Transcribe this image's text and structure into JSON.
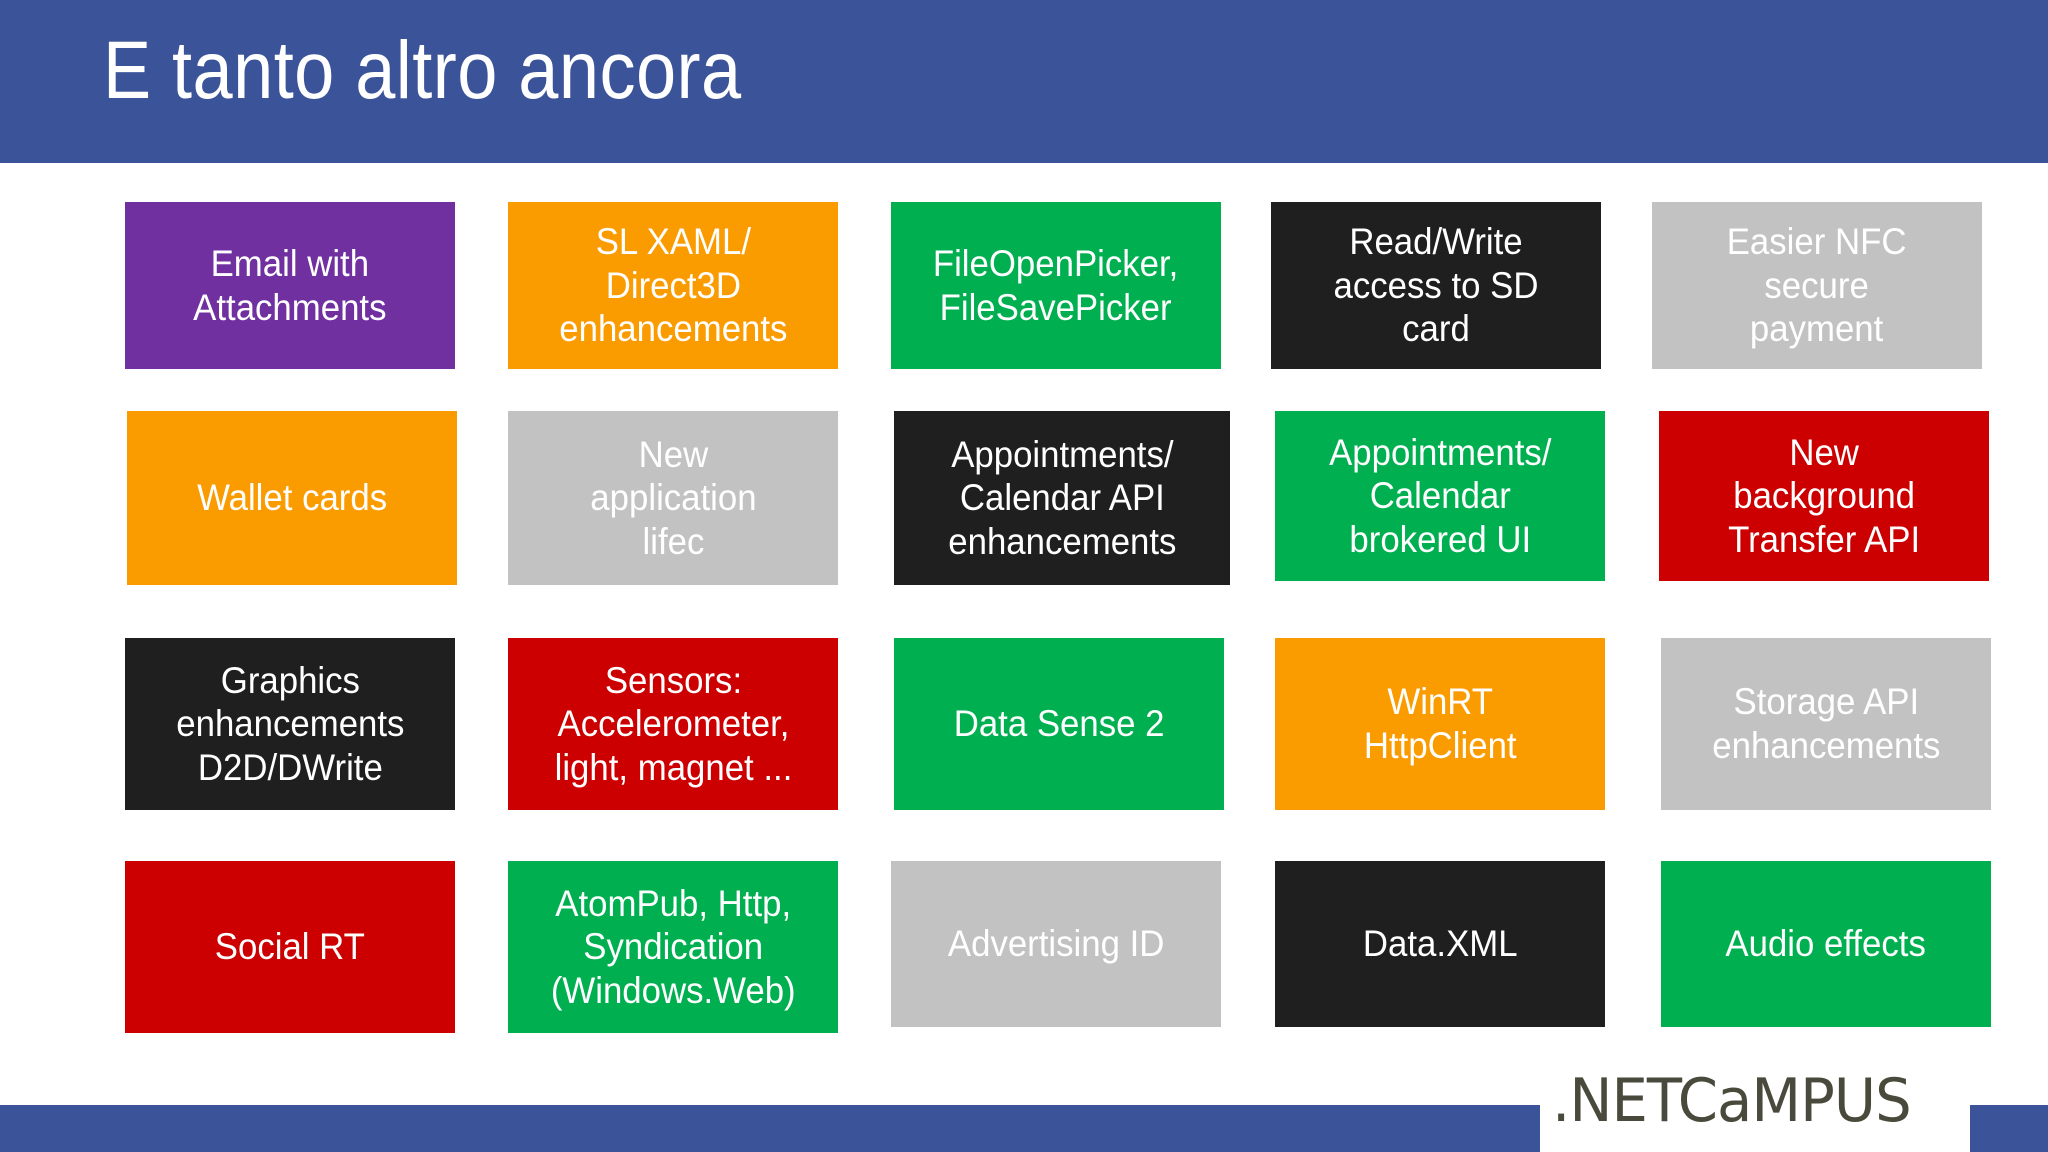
{
  "slide": {
    "title": "E tanto altro ancora",
    "header_color": "#3b5399",
    "background_color": "#ffffff"
  },
  "palette": {
    "purple": "#7030a0",
    "orange": "#fa9b00",
    "green": "#00b050",
    "black": "#1f1f1f",
    "gray": "#c2c2c2",
    "red": "#cc0000",
    "blue": "#3b5399"
  },
  "tiles": [
    [
      {
        "label": "Email with\nAttachments",
        "color": "#7030a0",
        "color_name": "purple"
      },
      {
        "label": "SL XAML/\nDirect3D\nenhancements",
        "color": "#fa9b00",
        "color_name": "orange"
      },
      {
        "label": "FileOpenPicker,\nFileSavePicker",
        "color": "#00b050",
        "color_name": "green"
      },
      {
        "label": "Read/Write\naccess to SD\ncard",
        "color": "#1f1f1f",
        "color_name": "black"
      },
      {
        "label": "Easier NFC\nsecure\npayment",
        "color": "#c2c2c2",
        "color_name": "gray"
      }
    ],
    [
      {
        "label": "Wallet cards",
        "color": "#fa9b00",
        "color_name": "orange"
      },
      {
        "label": "New\napplication\nlifec",
        "color": "#c2c2c2",
        "color_name": "gray"
      },
      {
        "label": "Appointments/\nCalendar API\nenhancements",
        "color": "#1f1f1f",
        "color_name": "black"
      },
      {
        "label": "Appointments/\nCalendar\nbrokered UI",
        "color": "#00b050",
        "color_name": "green"
      },
      {
        "label": "New\nbackground\nTransfer API",
        "color": "#cc0000",
        "color_name": "red"
      }
    ],
    [
      {
        "label": "Graphics\nenhancements\nD2D/DWrite",
        "color": "#1f1f1f",
        "color_name": "black"
      },
      {
        "label": "Sensors:\nAccelerometer,\nlight, magnet ...",
        "color": "#cc0000",
        "color_name": "red"
      },
      {
        "label": "Data Sense 2",
        "color": "#00b050",
        "color_name": "green"
      },
      {
        "label": "WinRT\nHttpClient",
        "color": "#fa9b00",
        "color_name": "orange"
      },
      {
        "label": "Storage API\nenhancements",
        "color": "#c2c2c2",
        "color_name": "gray"
      }
    ],
    [
      {
        "label": "Social RT",
        "color": "#cc0000",
        "color_name": "red"
      },
      {
        "label": "AtomPub, Http,\nSyndication\n(Windows.Web)",
        "color": "#00b050",
        "color_name": "green"
      },
      {
        "label": "Advertising ID",
        "color": "#c2c2c2",
        "color_name": "gray"
      },
      {
        "label": "Data.XML",
        "color": "#1f1f1f",
        "color_name": "black"
      },
      {
        "label": "Audio effects",
        "color": "#00b050",
        "color_name": "green"
      }
    ]
  ],
  "footer": {
    "logo_text": ".NETCaMPUS",
    "logo_color": "#4a4a3c",
    "bar_color": "#3b5399"
  }
}
